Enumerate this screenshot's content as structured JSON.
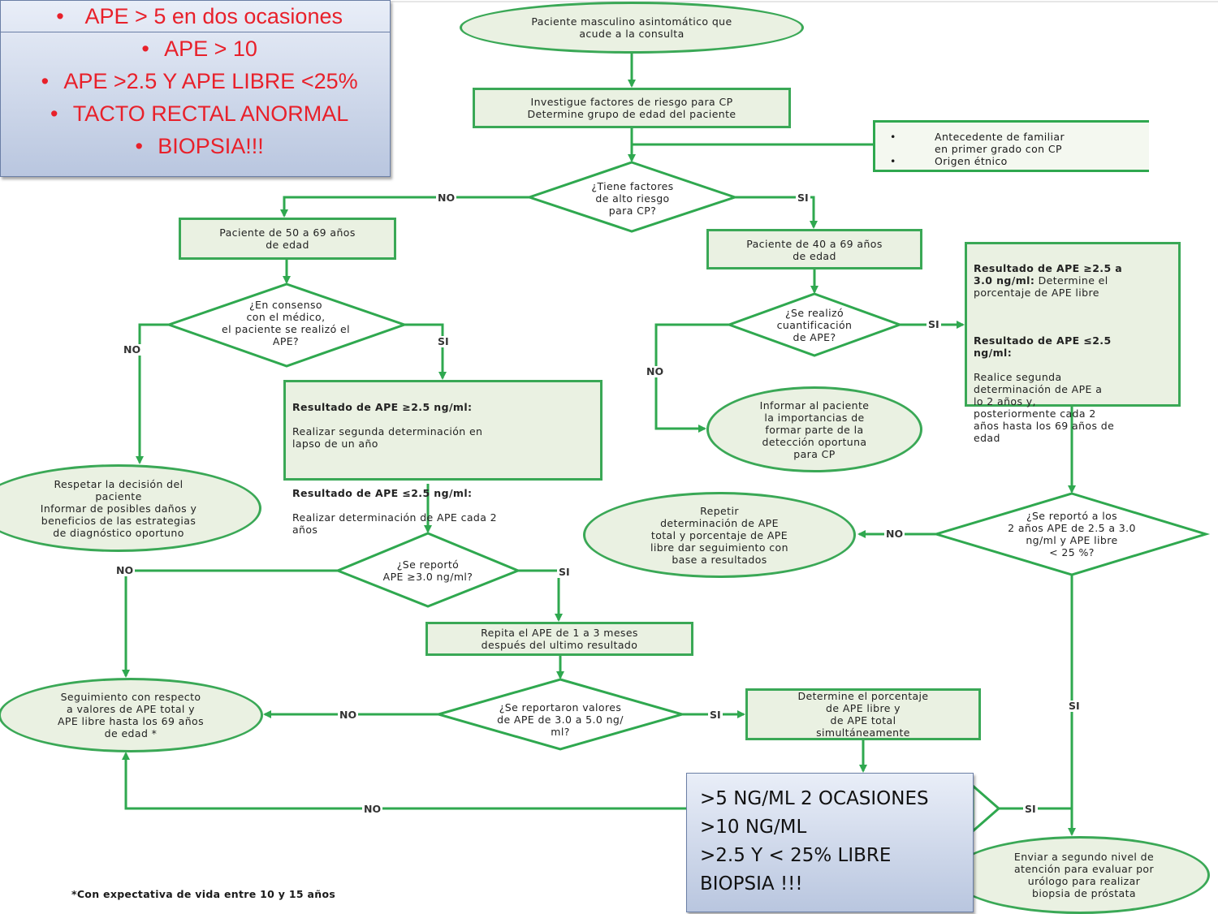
{
  "header_box": {
    "line1": "APE > 5 en dos ocasiones",
    "lines": [
      "APE > 10",
      "APE >2.5 Y APE LIBRE <25%",
      "TACTO RECTAL ANORMAL",
      "BIOPSIA!!!"
    ],
    "bullet": "•"
  },
  "nodes": {
    "start": "Paciente masculino asintomático que\nacude a la consulta",
    "investigate": "Investigue factores de riesgo para CP\nDetermine grupo de edad del paciente",
    "risk_factors": [
      "Antecedente de familiar\nen primer grado con CP",
      "Origen étnico"
    ],
    "risk_bullet": "•",
    "high_risk_q": "¿Tiene factores\nde alto riesgo\npara CP?",
    "age_50_69": "Paciente de 50 a 69 años\nde edad",
    "age_40_69": "Paciente de 40 a 69 años\nde edad",
    "consensus_q": "¿En consenso\ncon el médico,\nel paciente se realizó el\nAPE?",
    "quant_q": "¿Se realizó\ncuantificación\nde APE?",
    "result_left": {
      "h1": "Resultado de APE ≥2.5 ng/ml:",
      "t1": "Realizar segunda determinación en\nlapso de un  año",
      "h2": "Resultado de APE ≤2.5 ng/ml:",
      "t2": "Realizar determinación de APE  cada 2\naños"
    },
    "result_right": {
      "h1": "Resultado de  APE ≥2.5 a\n3.0 ng/ml:",
      "t1": "Determine el\nporcentaje de APE libre",
      "h2": "Resultado de APE ≤2.5\nng/ml:",
      "t2": "Realice segunda\ndeterminación de APE  a\nlo 2 años y,\nposteriormente cada 2\naños hasta los 69 años de\nedad"
    },
    "respect": "Respetar la decisión del\npaciente\nInformar de posibles daños y\nbeneficios de las estrategias\nde diagnóstico oportuno",
    "inform": "Informar al paciente\nla importancias de\nformar parte de la\ndetección oportuna\npara CP",
    "repeat": "Repetir\ndeterminación de APE\ntotal y porcentaje de APE\nlibre dar  seguimiento con\nbase a resultados",
    "reported_2y_q": "¿Se reportó a los\n2 años  APE de 2.5 a 3.0\nng/ml  y APE libre\n< 25 %?",
    "reported_3_q": "¿Se reportó\nAPE ≥3.0 ng/ml?",
    "repeat_ape": "Repita el APE de 1 a 3 meses\ndespués del ultimo resultado",
    "followup": "Seguimiento con respecto\na valores de APE total y\nAPE libre hasta los 69 años\nde edad *",
    "reported_3_5_q": "¿Se reportaron valores\nde APE de 3.0 a 5.0 ng/\nml?",
    "determine_pct": "Determine el porcentaje\nde APE libre y\nde APE total\nsimultáneamente",
    "refer": "Enviar a segundo nivel de\natención para evaluar por\nurólogo para realizar\nbiopsia de próstata"
  },
  "edge_labels": {
    "no": "NO",
    "si": "SI"
  },
  "overlay_box": {
    "lines": [
      ">5 NG/ML 2 OCASIONES",
      ">10 NG/ML",
      ">2.5 Y < 25% LIBRE",
      "BIOPSIA !!!"
    ]
  },
  "footnote": "*Con expectativa de vida entre 10 y 15 años",
  "colors": {
    "green": "#3aa856",
    "node_fill": "#eaf1e2",
    "red_text": "#e8202a"
  }
}
